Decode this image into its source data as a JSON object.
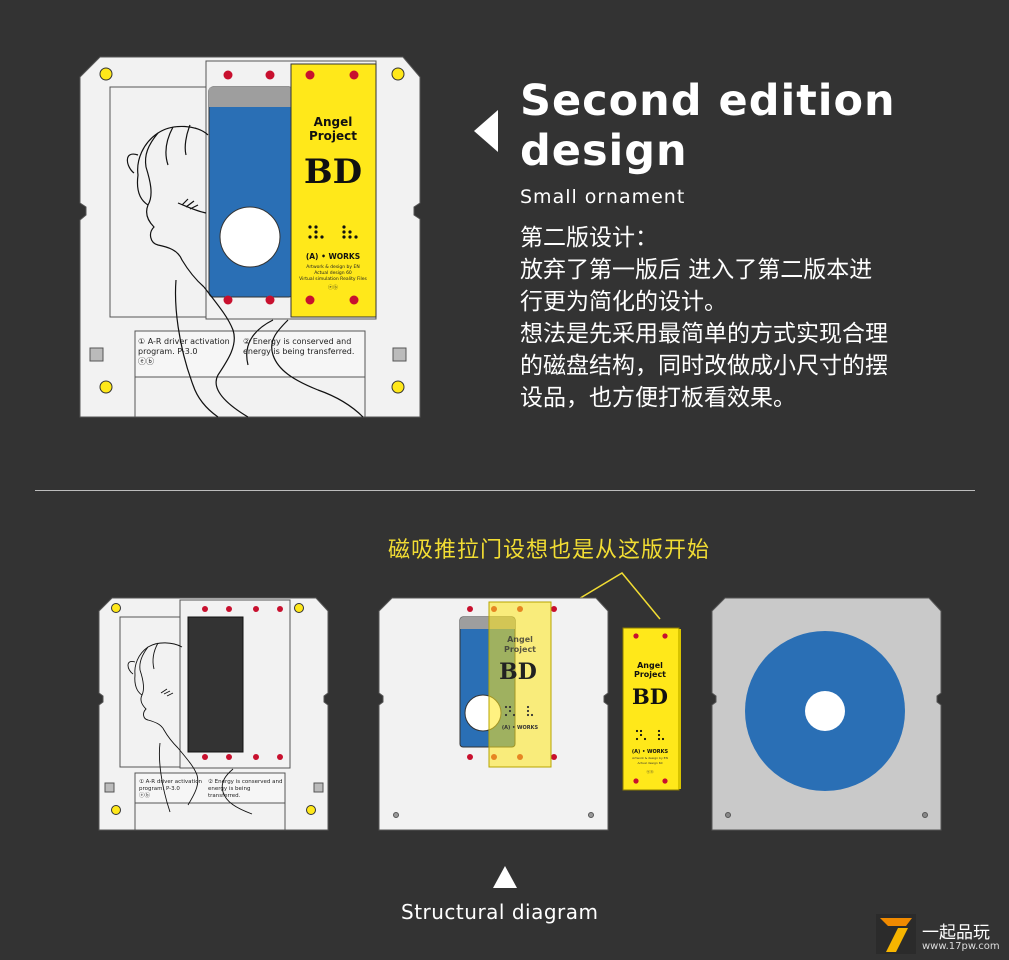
{
  "header": {
    "title_line1": "Second edition",
    "title_line2": "design",
    "subtitle": "Small ornament",
    "description": "第二版设计：\n放弃了第一版后 进入了第二版本进\n行更为简化的设计。\n想法是先采用最简单的方式实现合理\n的磁盘结构，同时改做成小尺寸的摆\n设品，也方便打板看效果。"
  },
  "label_card": {
    "line1": "Angel",
    "line2": "Project",
    "big": "BD",
    "works": "(A) • WORKS",
    "small1": "Artwork & design by EN",
    "small2": "Actual design 60",
    "small3": "Virtual simulation Reality Files",
    "mark": "ⓔⓑ"
  },
  "bottom_label": {
    "left_text": "① A-R driver activation program.  P-3.0",
    "left_mark": "ⓔⓑ",
    "right_text": "② Energy is conserved and energy is being transferred."
  },
  "captions": {
    "magnetic": "磁吸推拉门设想也是从这版开始",
    "structural": "Structural diagram"
  },
  "watermark": {
    "name": "一起品玩",
    "url": "www.17pw.com"
  },
  "colors": {
    "background": "#333333",
    "disk_body": "#f2f2f2",
    "label_yellow": "#ffe81a",
    "disk_blue": "#2a6fb5",
    "dot_red": "#c8102e",
    "caption_yellow": "#f2dd33",
    "back_gray": "#c9c9c9"
  }
}
